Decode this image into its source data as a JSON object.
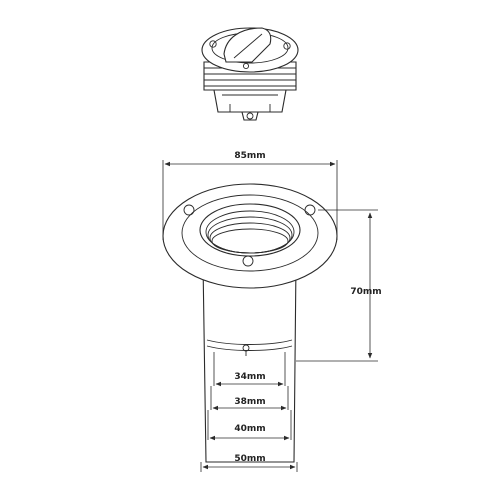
{
  "dimensions": {
    "flange_diameter": "85mm",
    "height": "70mm",
    "inner_diameter_1": "34mm",
    "inner_diameter_2": "38mm",
    "inner_diameter_3": "40mm",
    "outer_diameter": "50mm"
  },
  "colors": {
    "line": "#2b2b2b",
    "background": "#ffffff"
  }
}
